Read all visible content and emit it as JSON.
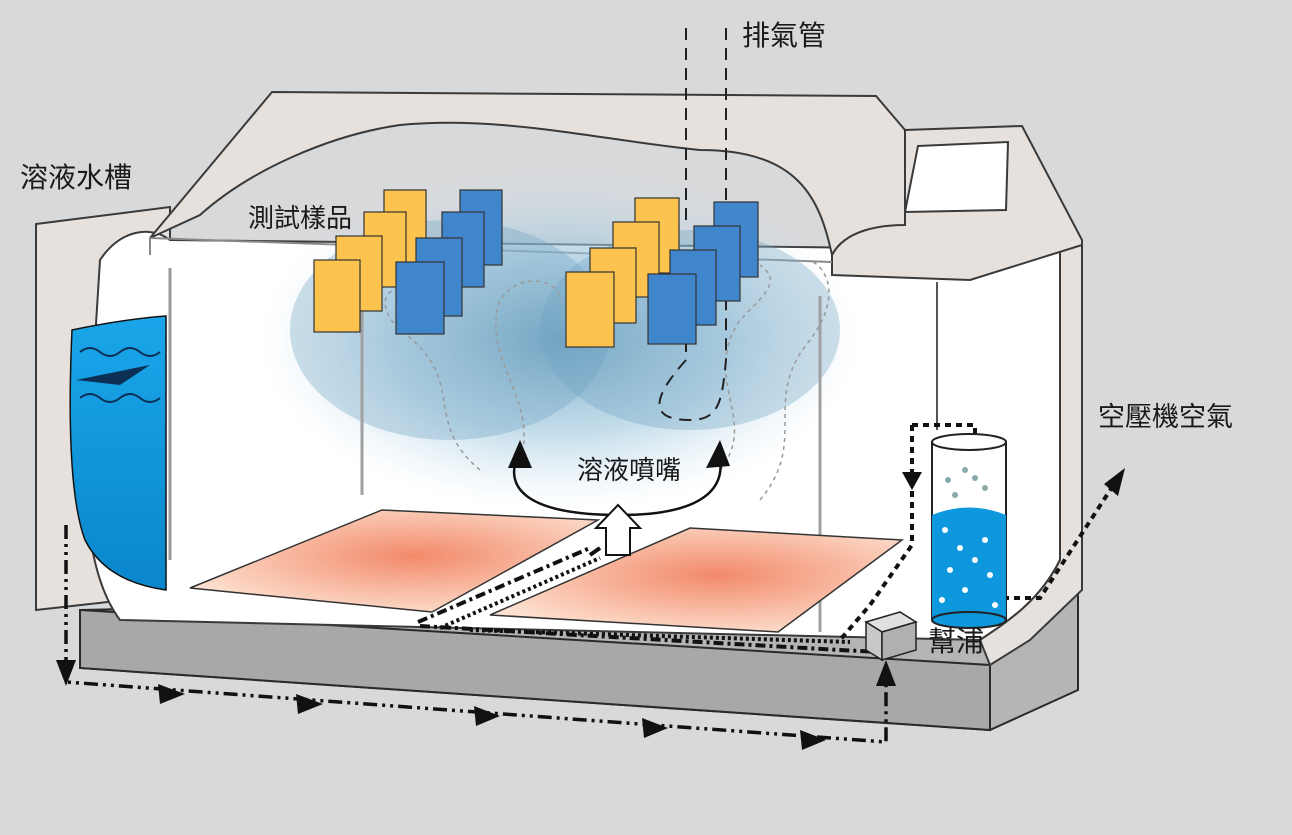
{
  "labels": {
    "exhaust_pipe": "排氣管",
    "solution_tank": "溶液水槽",
    "test_samples": "測試樣品",
    "compressor_air": "空壓機空氣",
    "spray_nozzle": "溶液噴嘴",
    "pump": "幫浦"
  },
  "colors": {
    "background": "#d8d9db",
    "shell": "#e6e1dc",
    "shell_stroke": "#3a3a3a",
    "interior": "#ffffff",
    "base": "#b5b5b5",
    "water": "#0d97dd",
    "sample_yellow": "#fcc34f",
    "sample_blue": "#3f86cc",
    "heater_pad": "#f6b99c",
    "mist": "#8fbcd6"
  }
}
